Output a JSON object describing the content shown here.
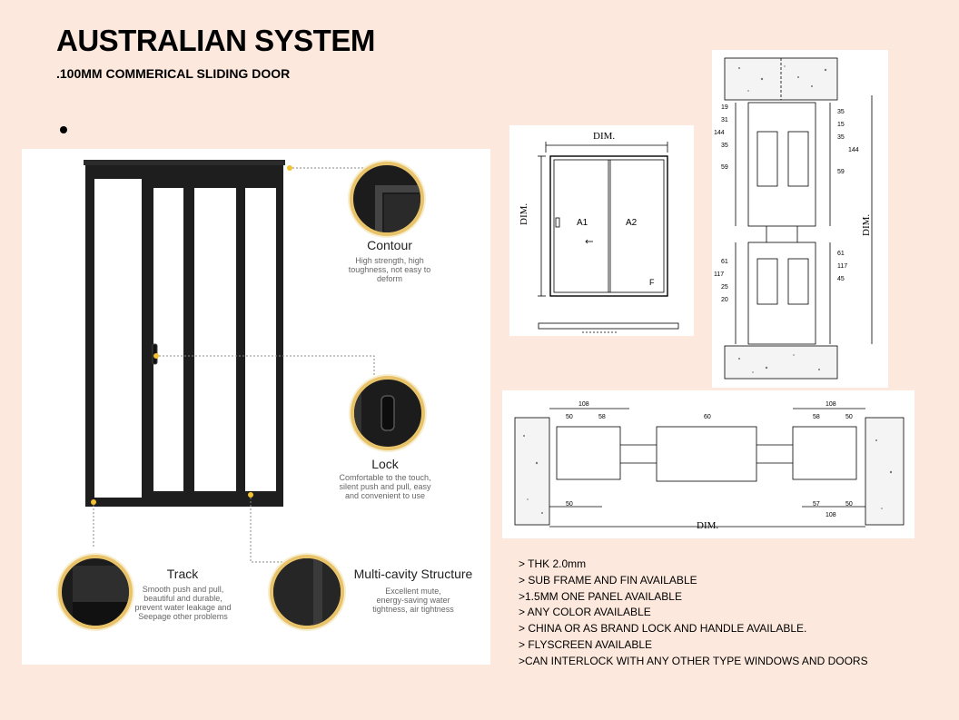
{
  "header": {
    "title": "AUSTRALIAN SYSTEM",
    "subtitle": ".100MM COMMERICAL SLIDING DOOR"
  },
  "features": [
    {
      "title": "Contour",
      "desc": [
        "High strength, high",
        "toughness, not easy to",
        "deform"
      ]
    },
    {
      "title": "Lock",
      "desc": [
        "Comfortable to the touch,",
        "silent push and pull, easy",
        "and convenient to use"
      ]
    },
    {
      "title": "Track",
      "desc": [
        "Smooth push and pull,",
        "beautiful and durable,",
        "prevent water leakage and",
        "Seepage other problems"
      ]
    },
    {
      "title": "Multi-cavity Structure",
      "desc": [
        "Excellent mute,",
        "energy-saving water",
        "tightness, air tightness"
      ]
    }
  ],
  "elevation": {
    "dim_top": "DIM.",
    "dim_side": "DIM.",
    "panel_a1": "A1",
    "panel_a2": "A2",
    "fixed": "F"
  },
  "vertical_section": {
    "dim_label": "DIM.",
    "left_dims": [
      "19",
      "31",
      "144",
      "35",
      "59",
      "61",
      "117",
      "25",
      "20"
    ],
    "right_dims": [
      "35",
      "15",
      "35",
      "144",
      "59",
      "61",
      "117",
      "45"
    ]
  },
  "horizontal_section": {
    "dim_label": "DIM.",
    "dims": [
      "108",
      "50",
      "58",
      "60",
      "108",
      "58",
      "50",
      "50",
      "57",
      "50",
      "108"
    ]
  },
  "specs": [
    "> THK 2.0mm",
    "> SUB FRAME AND FIN AVAILABLE",
    ">1.5MM ONE PANEL AVAILABLE",
    "> ANY COLOR AVAILABLE",
    "> CHINA OR AS BRAND LOCK AND HANDLE AVAILABLE.",
    "> FLYSCREEN AVAILABLE",
    ">CAN INTERLOCK WITH ANY OTHER TYPE WINDOWS AND DOORS"
  ]
}
